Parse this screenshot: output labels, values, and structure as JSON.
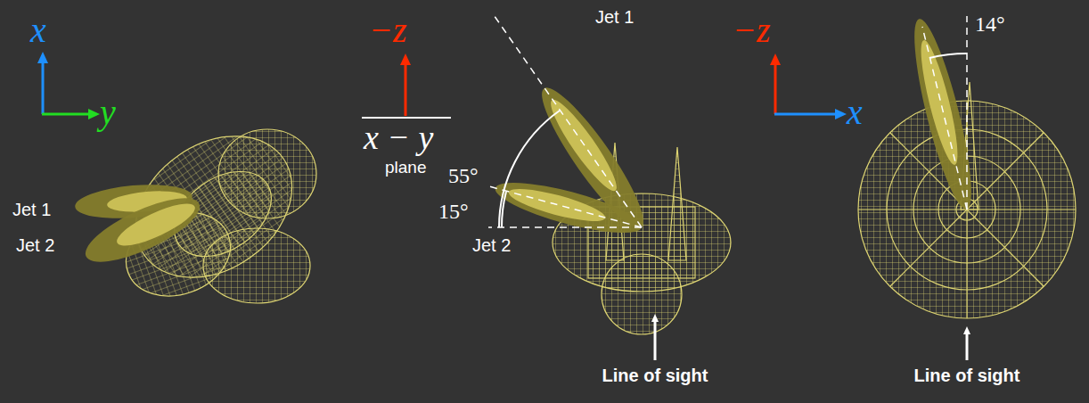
{
  "diagram": {
    "labels": [
      "x",
      "y",
      "Jet 1",
      "Jet 2",
      "−z",
      "x − y",
      "plane",
      "55°",
      "15°",
      "Jet 1",
      "Jet 2",
      "Line of sight",
      "−z",
      "x",
      "14°",
      "Line of sight"
    ]
  }
}
